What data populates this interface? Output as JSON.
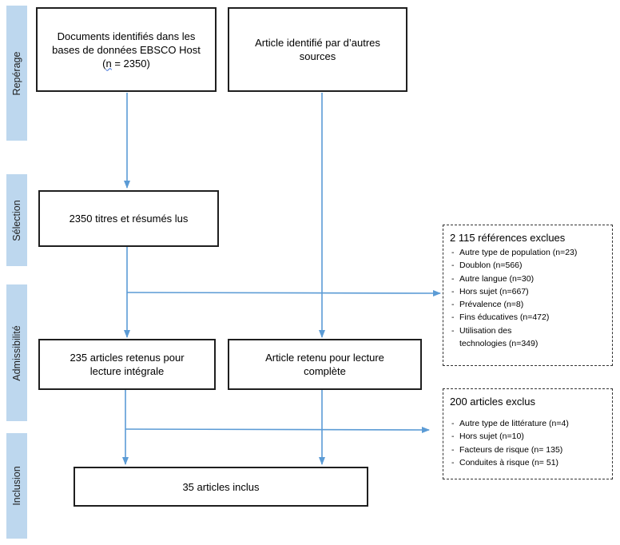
{
  "phases": [
    {
      "id": "reperage",
      "label": "Repérage"
    },
    {
      "id": "selection",
      "label": "Sélection"
    },
    {
      "id": "admissibilite",
      "label": "Admissibilité"
    },
    {
      "id": "inclusion",
      "label": "Inclusion"
    }
  ],
  "boxes": {
    "db_identified": {
      "line1": "Documents identifiés dans les",
      "line2": "bases de données EBSCO Host",
      "line3_prefix": "(",
      "line3_n": "n",
      "line3_suffix": " = 2350)"
    },
    "other_sources": {
      "line1": "Article identifié par d’autres",
      "line2": "sources"
    },
    "screened": {
      "line1": "2350  titres et résumés lus"
    },
    "full_text": {
      "line1": "235  articles retenus pour",
      "line2": "lecture intégrale"
    },
    "other_full": {
      "line1": "Article retenu pour lecture",
      "line2": "complète"
    },
    "included": {
      "line1": "35 articles inclus"
    }
  },
  "exclusions_screening": {
    "title": "2 115  références exclues",
    "items": [
      "Autre type de population (n=23)",
      "Doublon (n=566)",
      "Autre langue (n=30)",
      "Hors sujet (n=667)",
      "Prévalence (n=8)",
      "Fins éducatives (n=472)",
      "Utilisation  des technologies (n=349)"
    ]
  },
  "exclusions_fulltext": {
    "title": "200 articles exclus",
    "items": [
      "Autre type de littérature (n=4)",
      "Hors sujet (n=10)",
      "Facteurs de risque (n= 135)",
      "Conduites à risque (n= 51)"
    ]
  },
  "colors": {
    "arrow": "#5b9bd5",
    "phase_bar": "#bdd7ee",
    "box_border": "#1f1f1f"
  }
}
